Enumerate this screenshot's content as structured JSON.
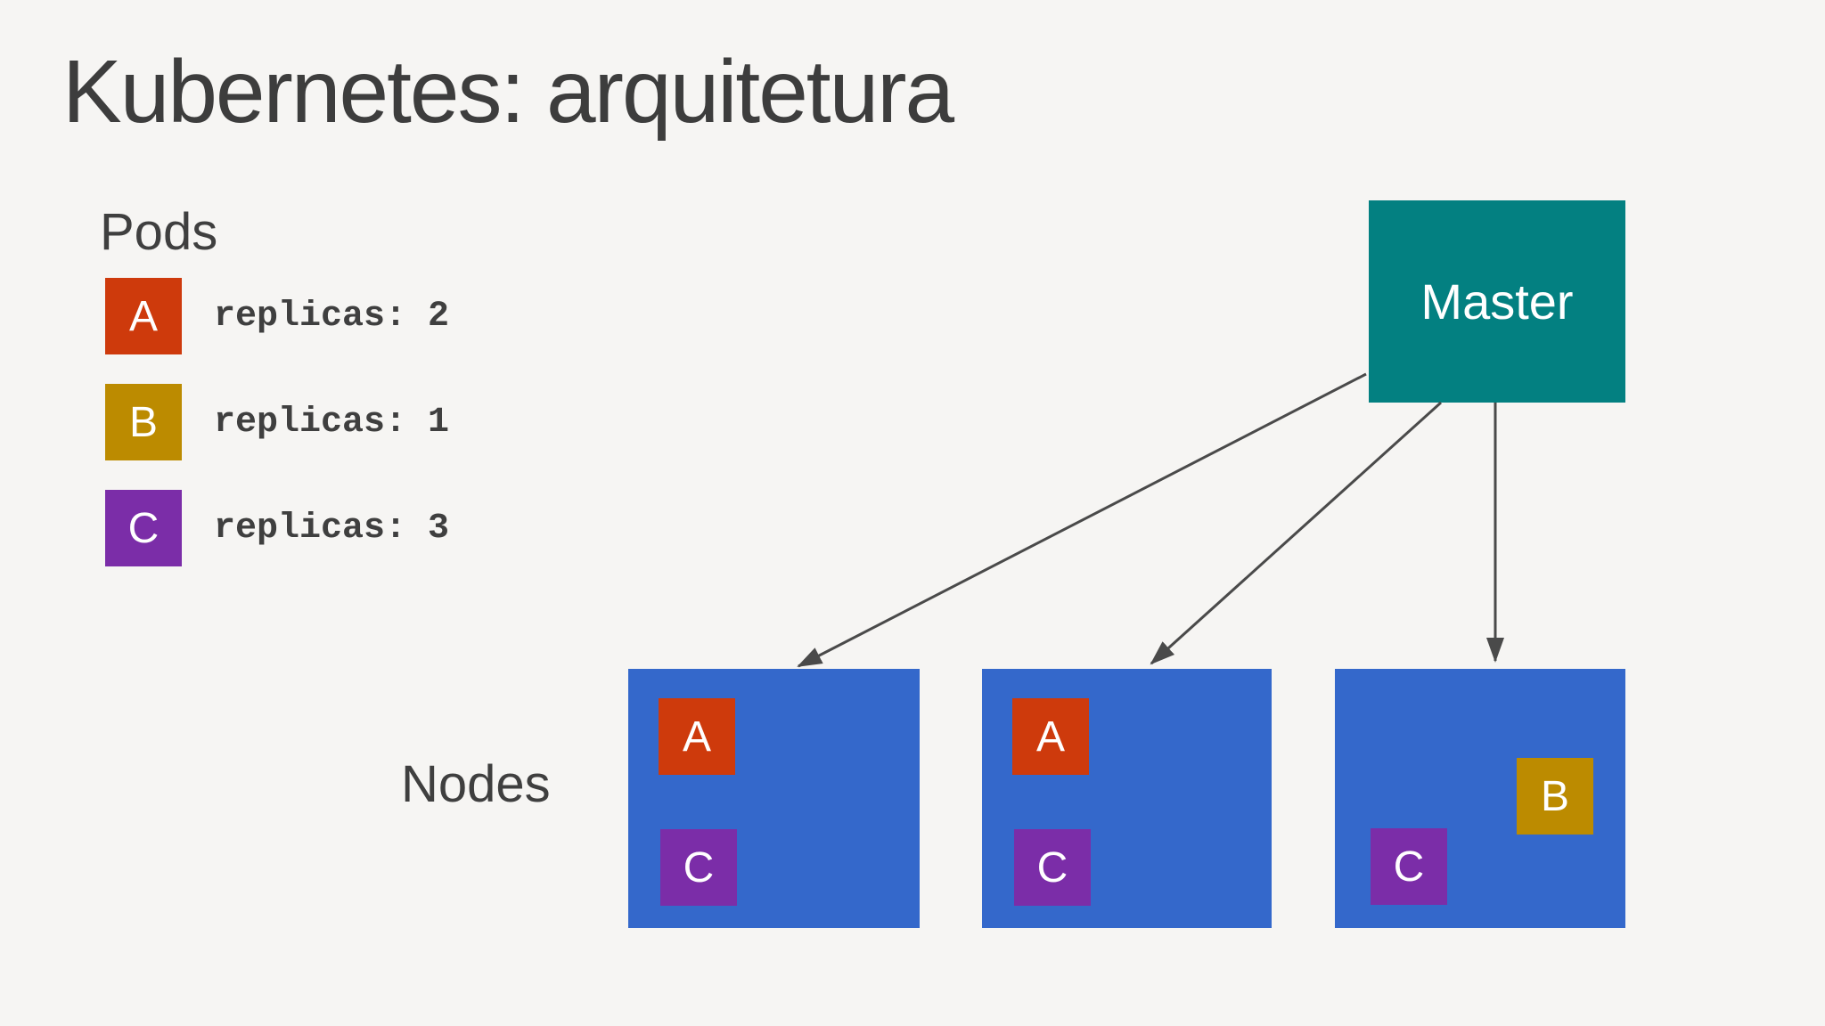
{
  "slide": {
    "title": "Kubernetes: arquitetura",
    "background_color": "#f6f5f3",
    "text_color": "#3d3d3d"
  },
  "pods_legend": {
    "heading": "Pods",
    "items": [
      {
        "pod": "A",
        "color": "#ce3a0c",
        "replicas_text": "replicas: 2"
      },
      {
        "pod": "B",
        "color": "#bc8b00",
        "replicas_text": "replicas: 1"
      },
      {
        "pod": "C",
        "color": "#7b2da8",
        "replicas_text": "replicas: 3"
      }
    ],
    "pod_label_color": "#ffffff"
  },
  "master": {
    "label": "Master",
    "color": "#038081",
    "label_color": "#ffffff"
  },
  "nodes": {
    "heading": "Nodes",
    "box_color": "#3468cb",
    "items": [
      {
        "pods": [
          {
            "label": "A",
            "color": "#ce3a0c"
          },
          {
            "label": "C",
            "color": "#7b2da8"
          }
        ]
      },
      {
        "pods": [
          {
            "label": "A",
            "color": "#ce3a0c"
          },
          {
            "label": "C",
            "color": "#7b2da8"
          }
        ]
      },
      {
        "pods": [
          {
            "label": "B",
            "color": "#bc8b00"
          },
          {
            "label": "C",
            "color": "#7b2da8"
          }
        ]
      }
    ]
  },
  "arrows": {
    "color": "#4a4a4a"
  }
}
